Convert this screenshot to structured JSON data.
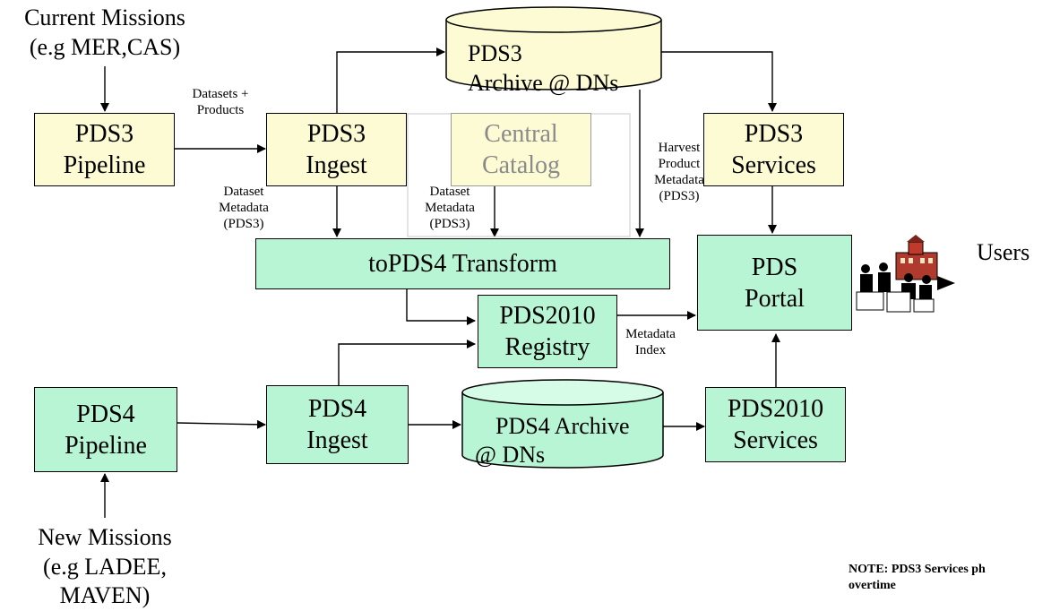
{
  "sources": {
    "current": "Current Missions\n(e.g MER,CAS)",
    "new": "New Missions\n(e.g LADEE,\nMAVEN)"
  },
  "boxes": {
    "pds3_pipeline": "PDS3\nPipeline",
    "pds3_ingest": "PDS3\nIngest",
    "central_catalog": "Central\nCatalog",
    "pds3_services": "PDS3\nServices",
    "transform": "toPDS4 Transform",
    "pds2010_registry": "PDS2010\nRegistry",
    "pds_portal": "PDS\nPortal",
    "pds4_pipeline": "PDS4\nPipeline",
    "pds4_ingest": "PDS4\nIngest",
    "pds2010_services": "PDS2010\nServices"
  },
  "cylinders": {
    "pds3_archive": "PDS3\nArchive @ DNs",
    "pds4_archive_line1": "PDS4 Archive",
    "pds4_archive_line2": "@ DNs"
  },
  "labels": {
    "datasets_products": "Datasets +\nProducts",
    "dataset_metadata_1": "Dataset\nMetadata\n(PDS3)",
    "dataset_metadata_2": "Dataset\nMetadata\n(PDS3)",
    "harvest": "Harvest\nProduct\nMetadata\n(PDS3)",
    "metadata_index": "Metadata\nIndex",
    "users": "Users"
  },
  "note": "NOTE: PDS3 Services ph\novertime",
  "colors": {
    "pds3_fill": "#fdfbd3",
    "pds4_fill": "#b7f5d4"
  },
  "icons": [
    "users-building-icon"
  ]
}
